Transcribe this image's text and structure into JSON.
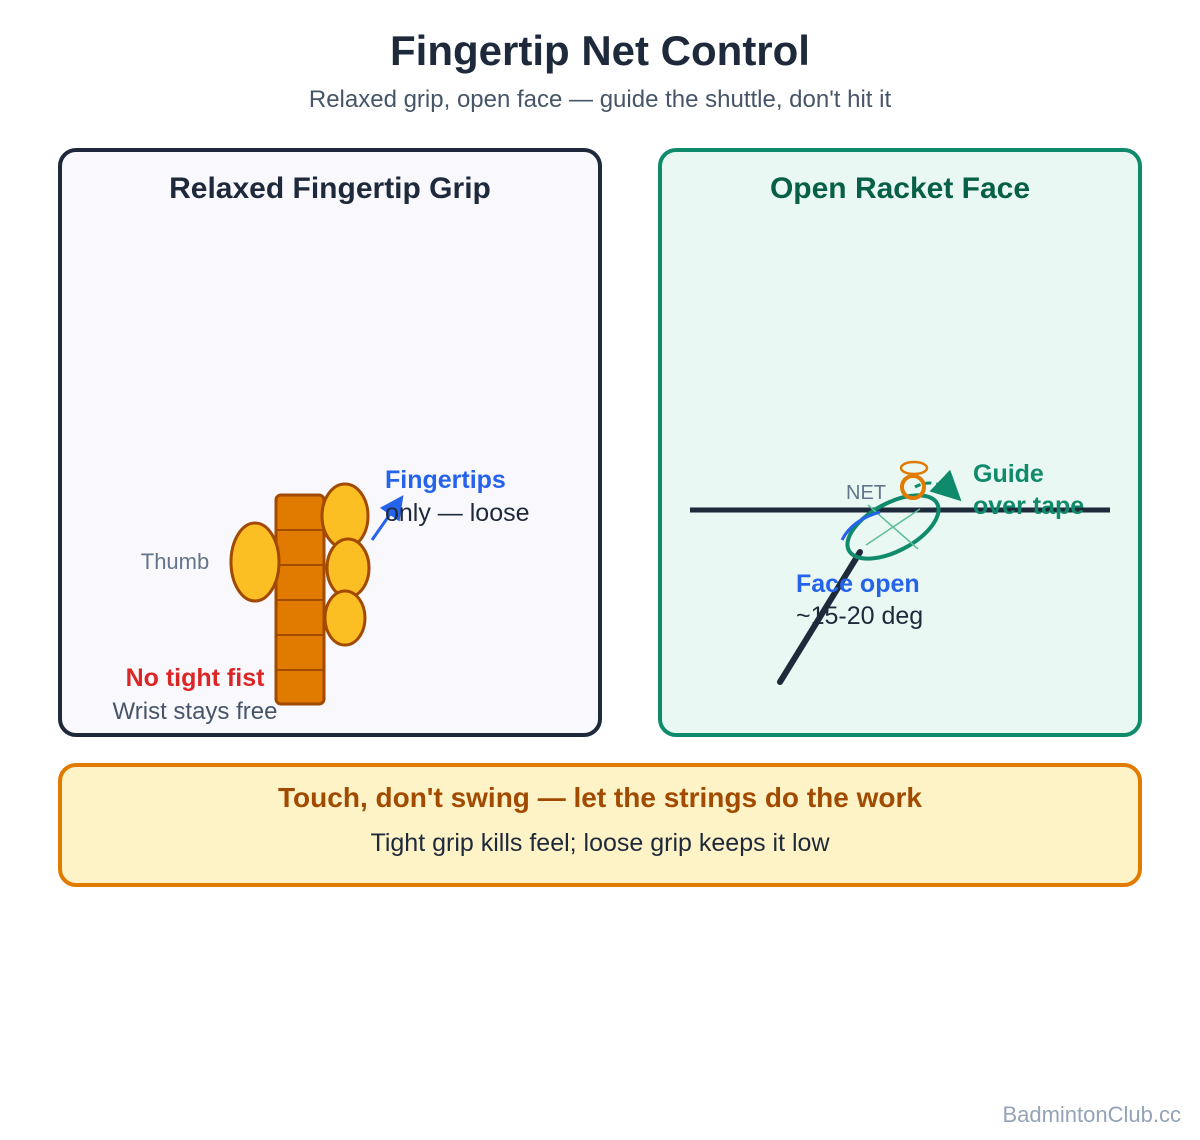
{
  "header": {
    "title": "Fingertip Net Control",
    "subtitle": "Relaxed grip, open face — guide the shuttle, don't hit it"
  },
  "grip_panel": {
    "title": "Relaxed Fingertip Grip",
    "thumb_label": "Thumb",
    "fingertips_label": "Fingertips",
    "fingertips_note": "only — loose",
    "warning_label": "No tight fist",
    "warning_note": "Wrist stays free"
  },
  "face_panel": {
    "title": "Open Racket Face",
    "net_label": "NET",
    "guide_line1": "Guide",
    "guide_line2": "over tape",
    "face_label": "Face open",
    "face_angle": "~15-20 deg"
  },
  "tip_box": {
    "headline": "Touch, don't swing — let the strings do the work",
    "note": "Tight grip kills feel; loose grip keeps it low"
  },
  "footer": {
    "brand": "BadmintonClub.cc"
  },
  "colors": {
    "dark": "#1e293b",
    "teal": "#0f8a6a",
    "teal_dark": "#065f46",
    "blue": "#2563eb",
    "red": "#dc2626",
    "orange": "#e07b00",
    "amber_text": "#a14a00",
    "finger": "#fbbf24",
    "finger_stroke": "#a14a00",
    "handle": "#e07b00",
    "muted": "#64748b",
    "brand": "#94a3b8"
  }
}
